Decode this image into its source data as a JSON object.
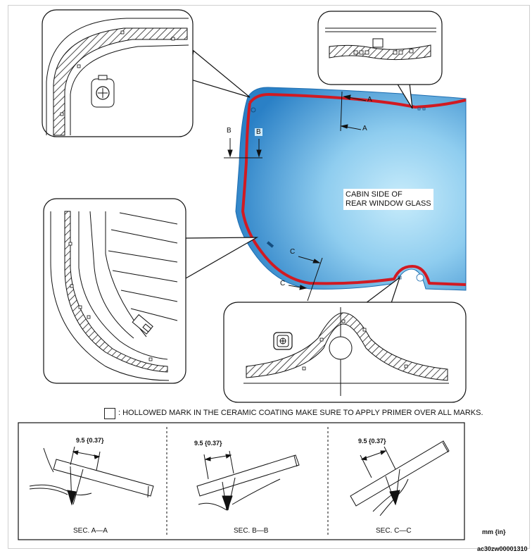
{
  "glass_caption": {
    "line1": "CABIN SIDE OF",
    "line2": "REAR WINDOW GLASS"
  },
  "section_markers": {
    "a_top": "A",
    "a_bottom": "A",
    "b_left": "B",
    "b_right": "B",
    "c_top": "C",
    "c_bottom": "C"
  },
  "legend": {
    "text": ": HOLLOWED MARK IN THE CERAMIC COATING MAKE SURE TO APPLY PRIMER OVER ALL MARKS."
  },
  "sections": [
    {
      "dimension": "9.5 {0.37}",
      "label": "SEC. A—A"
    },
    {
      "dimension": "9.5 {0.37}",
      "label": "SEC. B—B"
    },
    {
      "dimension": "9.5 {0.37}",
      "label": "SEC. C—C"
    }
  ],
  "unit_note": "mm {in}",
  "figure_code": "ac30zw00001310",
  "colors": {
    "glass_light": "#9fd6f2",
    "glass_dark": "#2a7fc4",
    "primer_line": "#d11a22",
    "ink": "#111111"
  }
}
